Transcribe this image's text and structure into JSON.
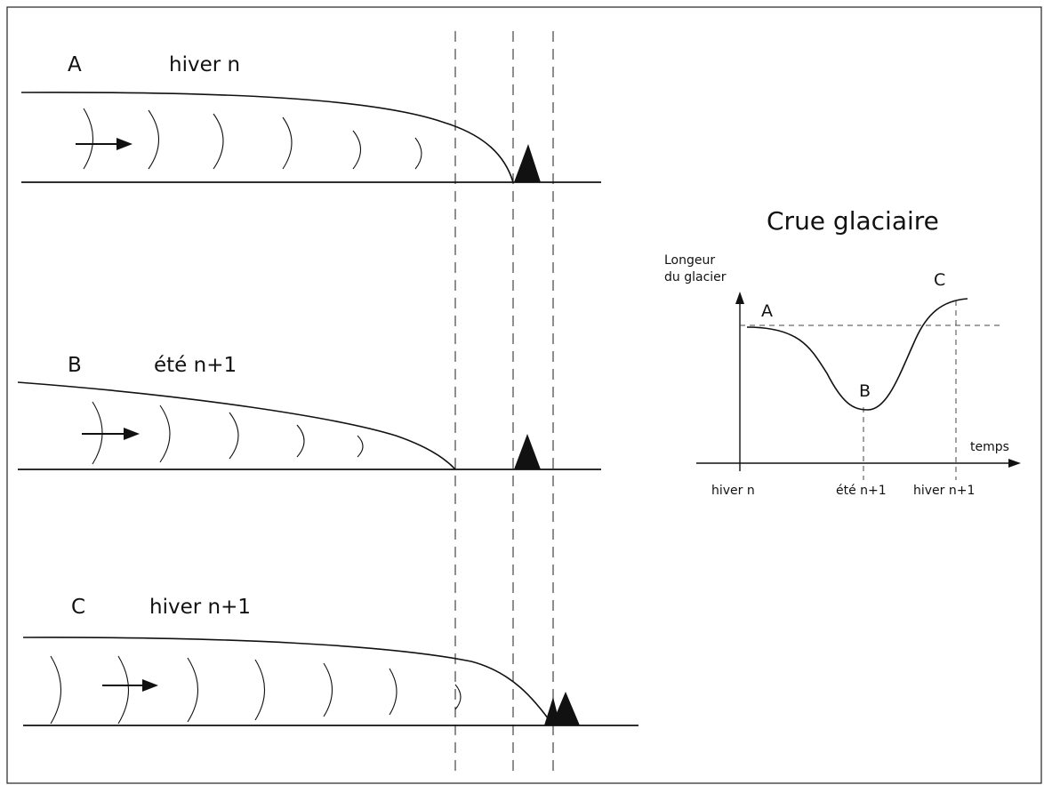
{
  "panels": [
    {
      "letter": "A",
      "season": "hiver n"
    },
    {
      "letter": "B",
      "season": "été n+1"
    },
    {
      "letter": "C",
      "season": "hiver n+1"
    }
  ],
  "graph": {
    "title": "Crue glaciaire",
    "ylabel_line1": "Longeur",
    "ylabel_line2": "du glacier",
    "xlabel": "temps",
    "ticks": [
      "hiver n",
      "été n+1",
      "hiver n+1"
    ],
    "points": [
      "A",
      "B",
      "C"
    ]
  }
}
